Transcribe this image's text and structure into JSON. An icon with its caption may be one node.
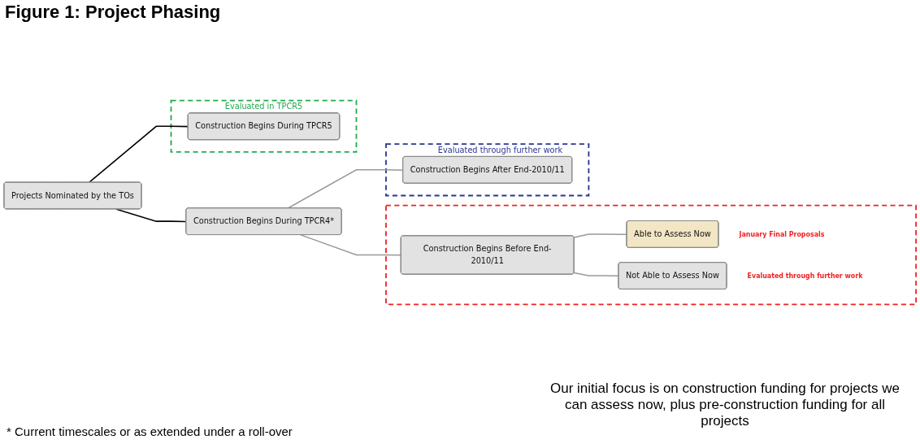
{
  "diagram": {
    "title": "Figure 1: Project Phasing",
    "nodes": [
      {
        "text": [
          "Projects Nominated by the TOs"
        ]
      },
      {
        "text": [
          "Construction Begins During TPCR4*"
        ]
      },
      {
        "text": [],
        "shape": "box"
      },
      {
        "text": [
          "Construction Begins Before End-2010/11"
        ],
        "in": 2
      },
      {
        "text": [
          "Able to Assess Now"
        ],
        "in": 2,
        "beside": [
          "January Final Proposals"
        ]
      },
      {
        "text": [
          "Not Able to Assess Now"
        ],
        "in": 2,
        "beside": [
          "Evaluated through further work"
        ]
      },
      {
        "text": [
          "Evaluated through further work"
        ]
      },
      {
        "text": [
          "Construction Begins After End-2010/11"
        ],
        "in": 6
      },
      {
        "text": [
          "Evaluated in TPCR5"
        ]
      },
      {
        "text": [
          "Construction Begins During TPCR5"
        ],
        "in": 8
      }
    ],
    "edges": [
      {
        "from": 0,
        "to": 1,
        "arrow": "none",
        "color": "#000000"
      },
      {
        "from": 0,
        "to": 9,
        "arrow": "none",
        "color": "#000000"
      },
      {
        "from": 1,
        "to": 3,
        "arrow": "none"
      },
      {
        "from": 1,
        "to": 7,
        "arrow": "none"
      },
      {
        "from": 3,
        "to": 4,
        "arrow": "none"
      },
      {
        "from": 3,
        "to": 5,
        "arrow": "none"
      }
    ],
    "labels": [
      "* Current timescales or as extended under a roll-over",
      "Our initial focus is on construction funding for projects we can assess now, plus pre-construction funding for all projects"
    ]
  }
}
